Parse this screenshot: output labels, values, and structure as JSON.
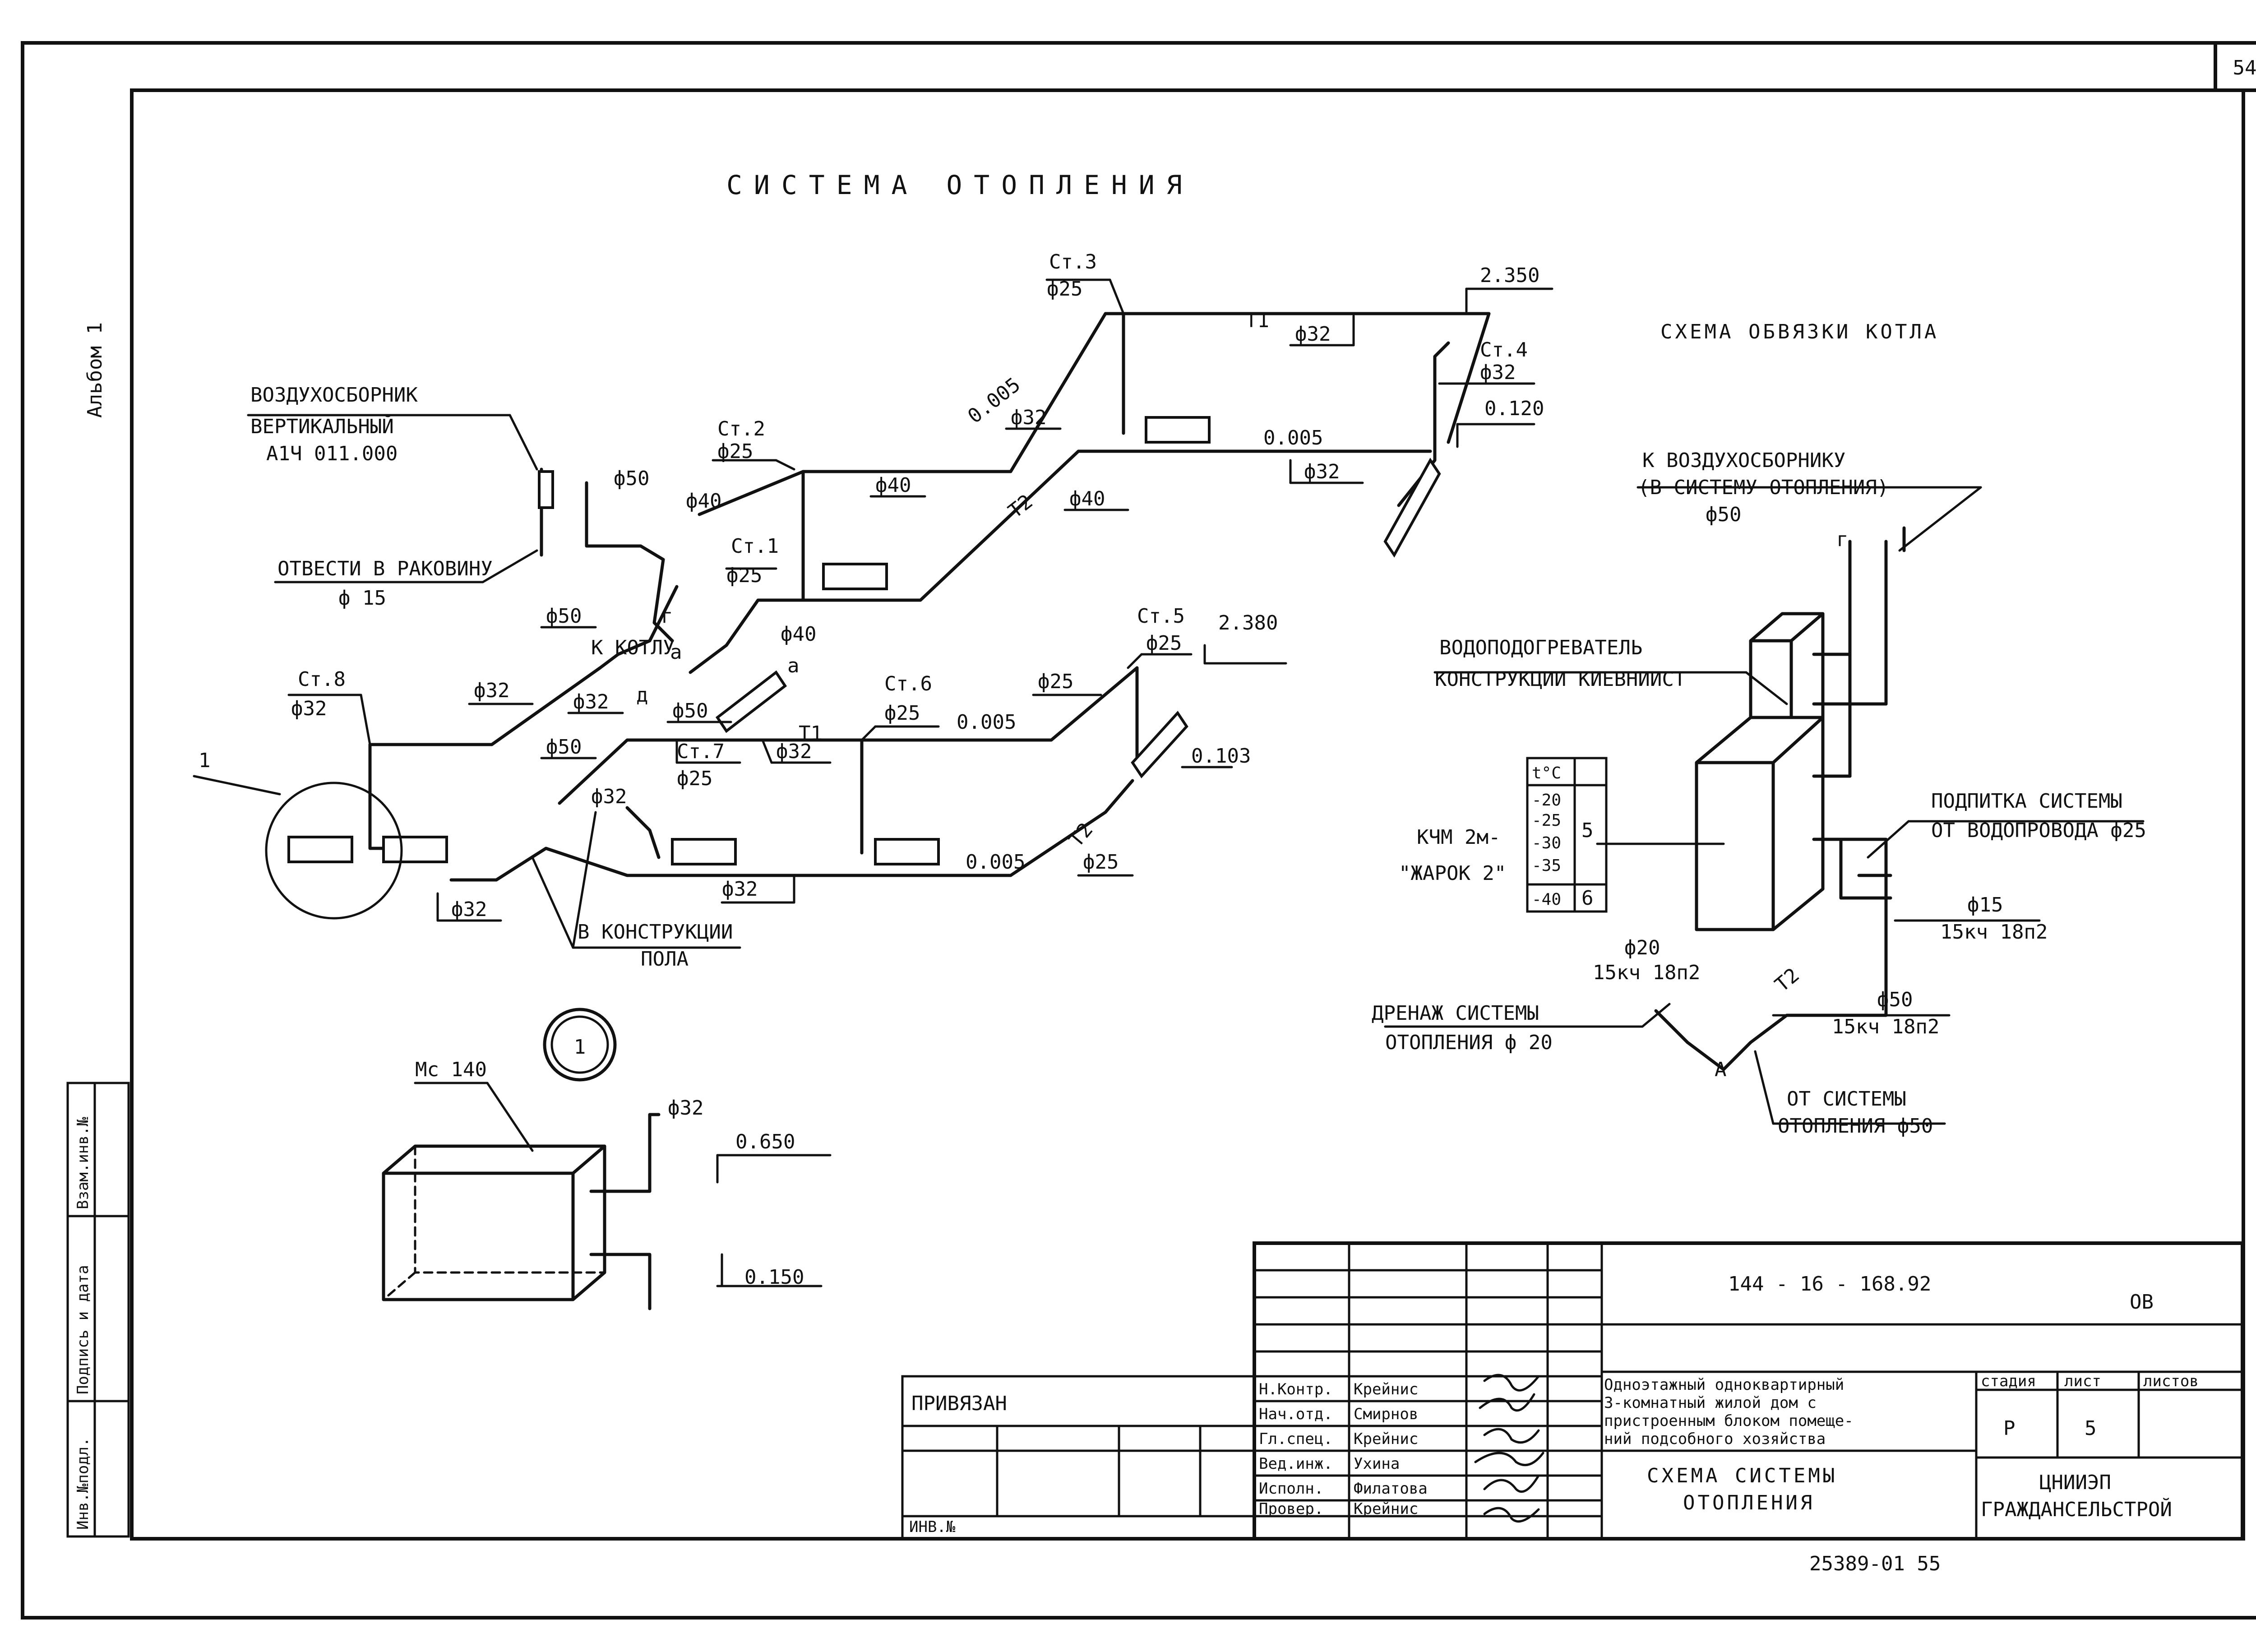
{
  "sheet_no": "54",
  "album": "Альбом 1",
  "title": "СИСТЕМА   ОТОПЛЕНИЯ",
  "boiler_title": "СХЕМА ОБВЯЗКИ КОТЛА",
  "labels": {
    "st3": "Ст.3",
    "st3d": "ф25",
    "t1a": "Т1",
    "d32a": "ф32",
    "mark2350": "2.350",
    "st4": "Ст.4",
    "st4d": "ф32",
    "mark0120": "0.120",
    "s0005a": "0.005",
    "d32b": "ф32",
    "s0005b": "0.005",
    "d32c": "ф32",
    "t2a": "Т2",
    "d40a": "ф40",
    "d40b": "ф40",
    "st2": "Ст.2",
    "st2d": "ф25",
    "d50a": "ф50",
    "d40c": "ф40",
    "st1": "Ст.1",
    "st1d": "ф25",
    "d40d": "ф40",
    "ka": "а",
    "g1": "г",
    "a1": "а",
    "air1": "ВОЗДУХОСБОРНИК",
    "air2": "ВЕРТИКАЛЬНЫЙ",
    "air3": "А1Ч 011.000",
    "drain1": "ОТВЕСТИ В РАКОВИНУ",
    "drain2": "ф 15",
    "d50b": "ф50",
    "kkotlu": "К КОТЛУ",
    "d32d": "ф32",
    "d32e": "ф32",
    "dd": "д",
    "d50c": "ф50",
    "st8": "Ст.8",
    "st8d": "ф32",
    "d50d": "ф50",
    "st7": "Ст.7",
    "st7d": "ф25",
    "t1b": "Т1",
    "d32f": "ф32",
    "st6": "Ст.6",
    "st6d": "ф25",
    "d25a": "ф25",
    "s0005c": "0.005",
    "st5": "Ст.5",
    "st5d": "ф25",
    "mark2380": "2.380",
    "mark0103": "0.103",
    "t2b": "Т2",
    "d25b": "ф25",
    "s0005d": "0.005",
    "d32g": "ф32",
    "d32h": "ф32",
    "d32i": "ф32",
    "floor1": "В КОНСТРУКЦИИ",
    "floor2": "ПОЛА",
    "one": "1",
    "circle1": "1",
    "mc": "Мс 140",
    "d32j": "ф32",
    "mark0650": "0.650",
    "mark0150": "0.150",
    "tok1": "К ВОЗДУХОСБОРНИКУ",
    "tok2": "(В СИСТЕМУ ОТОПЛЕНИЯ)",
    "tok3": "ф50",
    "g2": "г",
    "heater1": "ВОДОПОДОГРЕВАТЕЛЬ",
    "heater2": "КОНСТРУКЦИИ КИЕВНИИСТ",
    "kchm1": "КЧМ 2м-",
    "kchm2": "\"ЖАРОК 2\"",
    "tcol": "t°С",
    "t1": "-20",
    "t2": "-25",
    "t3": "-30",
    "t4": "-35",
    "t5": "-40",
    "n1": "5",
    "n2": "6",
    "feed1": "ПОДПИТКА СИСТЕМЫ",
    "feed2": "ОТ ВОДОПРОВОДА ф25",
    "f15": "ф15",
    "f15v": "15кч 18п2",
    "f20": "ф20",
    "f20v": "15кч 18п2",
    "dr1": "ДРЕНАЖ СИСТЕМЫ",
    "dr2": "ОТОПЛЕНИЯ   ф 20",
    "t2c": "Т2",
    "f50": "ф50",
    "f50v": "15кч 18п2",
    "aa": "А",
    "from1": "ОТ СИСТЕМЫ",
    "from2": "ОТОПЛЕНИЯ   ф50"
  },
  "titleblock": {
    "code": "144 - 16 - 168.92",
    "mark": "ОВ",
    "project": [
      "Одноэтажный одноквартирный",
      "3-комнатный жилой дом с",
      "пристроенным блоком помеще-",
      "ний подсобного хозяйства"
    ],
    "drawing": [
      "СХЕМА СИСТЕМЫ",
      "ОТОПЛЕНИЯ"
    ],
    "col_stage": "стадия",
    "col_sheet": "лист",
    "col_sheets": "листов",
    "stage": "Р",
    "sheet": "5",
    "org": [
      "ЦНИИЭП",
      "ГРАЖДАНСЕЛЬСТРОЙ"
    ],
    "privyazan": "ПРИВЯЗАН",
    "inv": "ИНВ.№",
    "roles": [
      "Н.Контр.",
      "Нач.отд.",
      "Гл.спец.",
      "Вед.инж.",
      "Исполн.",
      "Провер."
    ],
    "names": [
      "Крейнис",
      "Смирнов",
      "Крейнис",
      "Ухина",
      "Филатова",
      "Крейнис"
    ]
  },
  "side_stamp": [
    "Инв.№подл.",
    "Подпись и дата",
    "Взам.инв.№"
  ],
  "bottom": "25389-01   55"
}
